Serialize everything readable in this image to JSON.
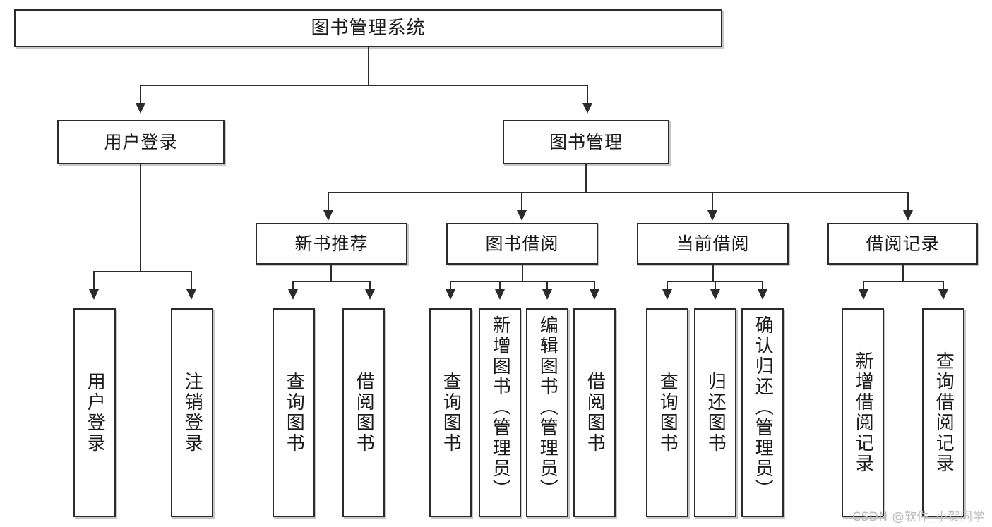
{
  "diagram": {
    "title": "图书管理系统",
    "type": "hierarchy-tree",
    "root": {
      "id": "root",
      "label": "图书管理系统"
    },
    "level2": [
      {
        "id": "user-login",
        "label": "用户登录"
      },
      {
        "id": "book-manage",
        "label": "图书管理"
      }
    ],
    "level3": [
      {
        "id": "new-book-rec",
        "label": "新书推荐",
        "parent": "book-manage"
      },
      {
        "id": "book-borrow",
        "label": "图书借阅",
        "parent": "book-manage"
      },
      {
        "id": "current-borrow",
        "label": "当前借阅",
        "parent": "book-manage"
      },
      {
        "id": "borrow-record",
        "label": "借阅记录",
        "parent": "book-manage"
      }
    ],
    "leaves": {
      "user-login": [
        {
          "id": "leaf-user-login",
          "label": "用户登录"
        },
        {
          "id": "leaf-logout",
          "label": "注销登录"
        }
      ],
      "new-book-rec": [
        {
          "id": "leaf-query-book-1",
          "label": "查询图书"
        },
        {
          "id": "leaf-borrow-book-1",
          "label": "借阅图书"
        }
      ],
      "book-borrow": [
        {
          "id": "leaf-query-book-2",
          "label": "查询图书"
        },
        {
          "id": "leaf-add-book",
          "label": "新增图书（管理员）"
        },
        {
          "id": "leaf-edit-book",
          "label": "编辑图书（管理员）"
        },
        {
          "id": "leaf-borrow-book-2",
          "label": "借阅图书"
        }
      ],
      "current-borrow": [
        {
          "id": "leaf-query-book-3",
          "label": "查询图书"
        },
        {
          "id": "leaf-return-book",
          "label": "归还图书"
        },
        {
          "id": "leaf-confirm-return",
          "label": "确认归还（管理员）"
        }
      ],
      "borrow-record": [
        {
          "id": "leaf-add-record",
          "label": "新增借阅记录"
        },
        {
          "id": "leaf-query-record",
          "label": "查询借阅记录"
        }
      ]
    },
    "colors": {
      "border": "#2b2b2b",
      "background": "#ffffff",
      "text": "#1a1a1a",
      "watermark": "#b9b9b9"
    }
  },
  "watermark": {
    "text": "CSDN @软件_小贺同学"
  }
}
